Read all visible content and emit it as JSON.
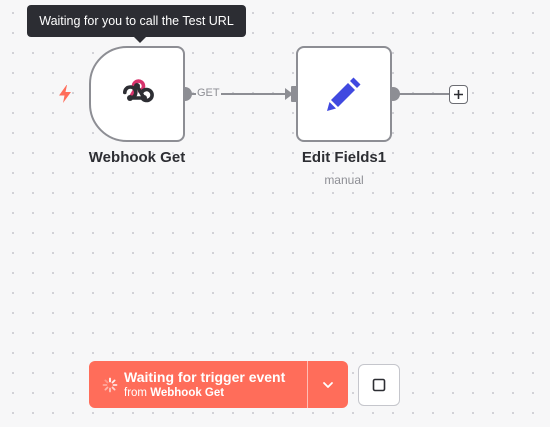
{
  "tooltip": {
    "text": "Waiting for you to call the Test URL"
  },
  "nodes": {
    "webhook": {
      "label": "Webhook Get"
    },
    "edit": {
      "label": "Edit Fields1",
      "subtitle": "manual"
    }
  },
  "connection": {
    "label": "GET"
  },
  "execute": {
    "title": "Waiting for trigger event",
    "from_prefix": "from ",
    "from_node": "Webhook Get"
  },
  "colors": {
    "accent": "#ff6d5a",
    "node_border": "#8d8e94",
    "tooltip_bg": "#2c2d33",
    "edit_icon": "#4049e0",
    "webhook_pink": "#d6336c"
  },
  "icons": {
    "trigger": "bolt-icon",
    "webhook": "webhook-icon",
    "edit": "pencil-icon",
    "add": "plus-icon",
    "dropdown": "chevron-down-icon",
    "stop": "stop-square-icon",
    "spinner": "spinner-icon"
  }
}
